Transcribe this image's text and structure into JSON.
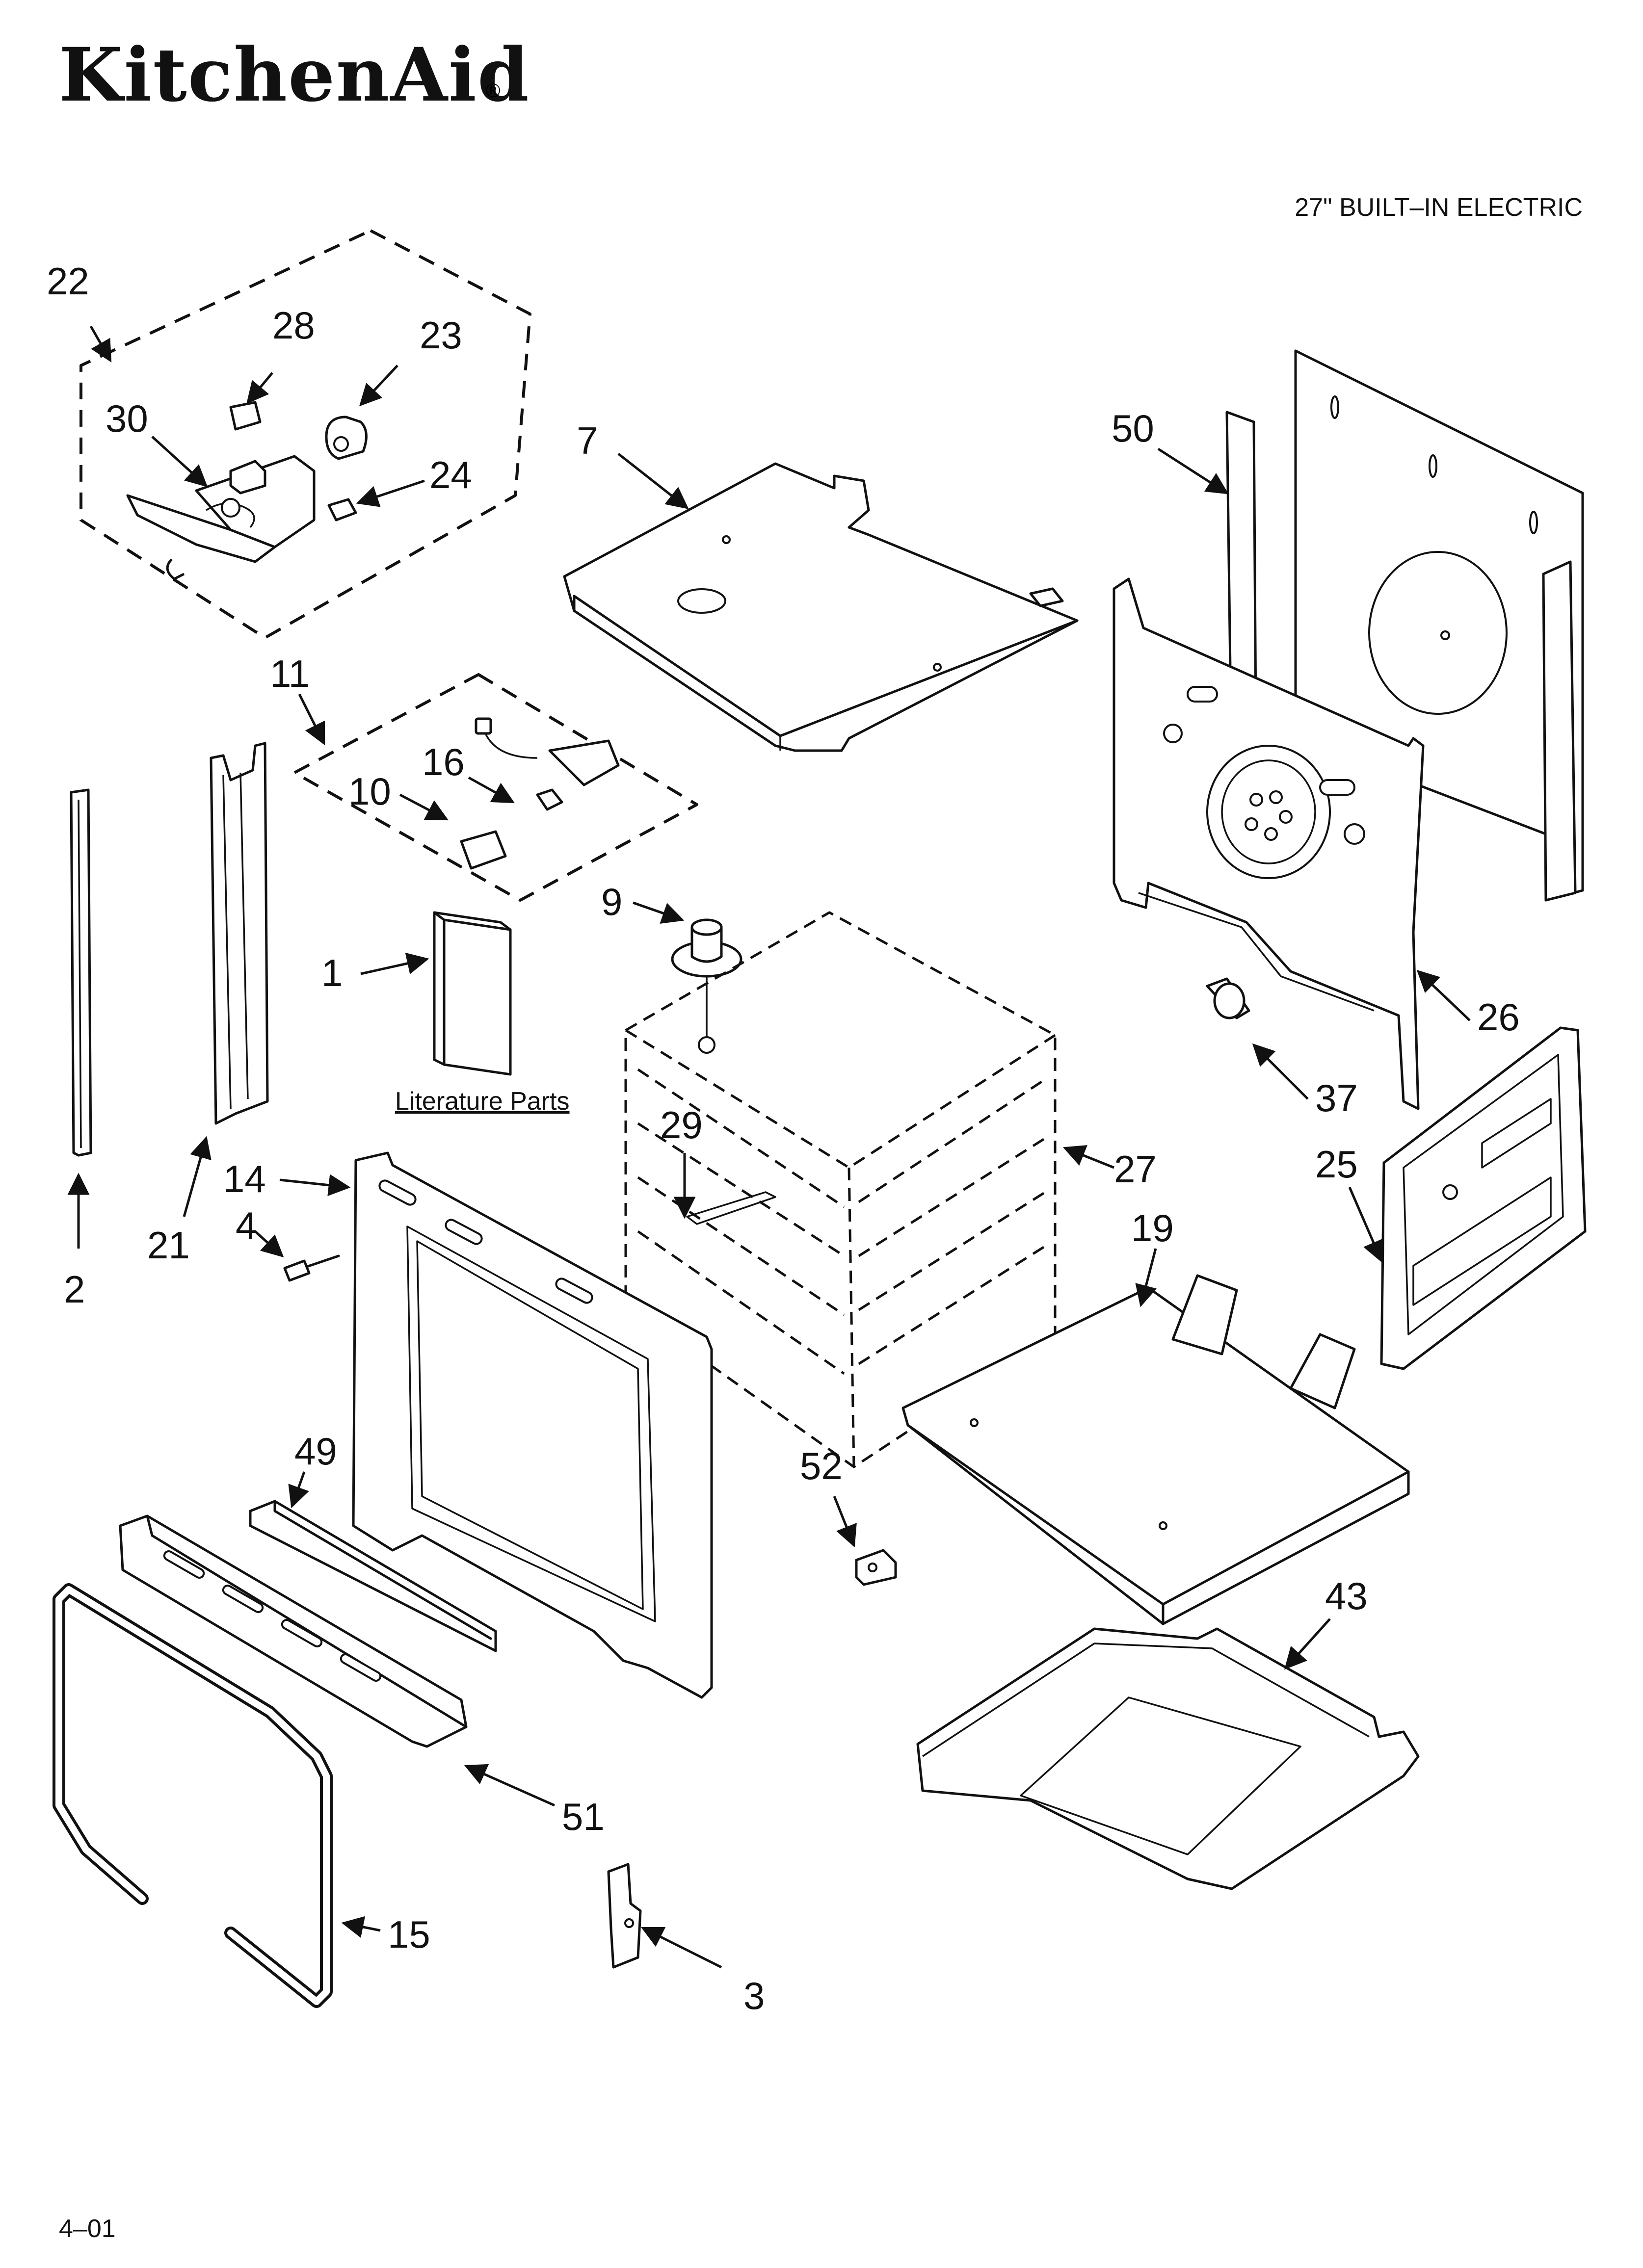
{
  "header": {
    "brand": "KitchenAid",
    "registered": "®",
    "model_description": "27\" BUILT–IN ELECTRIC"
  },
  "labels": {
    "literature_parts": "Literature Parts"
  },
  "callouts": [
    "22",
    "28",
    "23",
    "30",
    "24",
    "7",
    "50",
    "11",
    "16",
    "10",
    "9",
    "1",
    "26",
    "37",
    "29",
    "27",
    "25",
    "14",
    "4",
    "21",
    "2",
    "19",
    "49",
    "52",
    "43",
    "51",
    "15",
    "3"
  ],
  "footer": {
    "page_code": "4–01"
  }
}
